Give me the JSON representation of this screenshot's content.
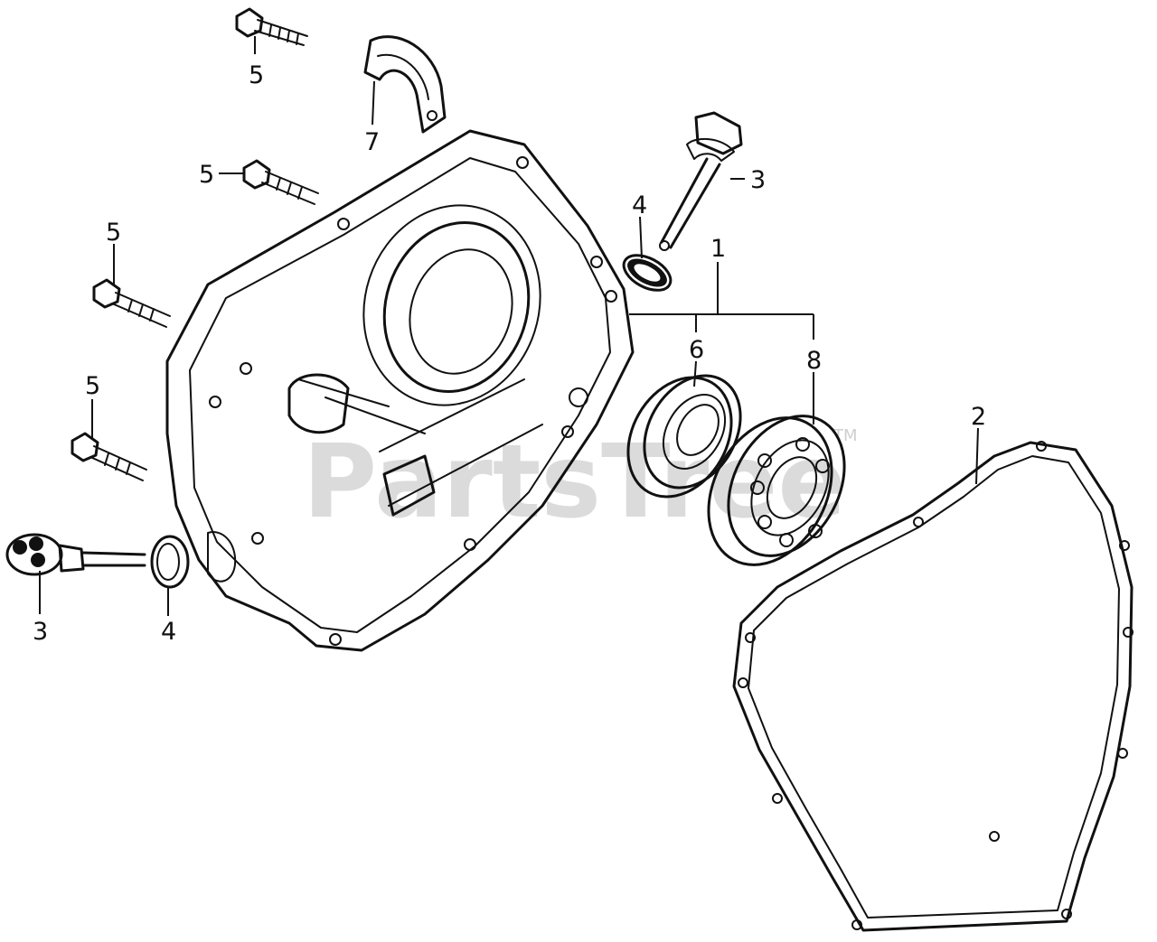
{
  "watermark": {
    "text": "PartsTree",
    "trademark": "TM"
  },
  "callouts": [
    {
      "id": "c5a",
      "label": "5"
    },
    {
      "id": "c7",
      "label": "7"
    },
    {
      "id": "c5b",
      "label": "5"
    },
    {
      "id": "c3a",
      "label": "3"
    },
    {
      "id": "c4a",
      "label": "4"
    },
    {
      "id": "c1",
      "label": "1"
    },
    {
      "id": "c5c",
      "label": "5"
    },
    {
      "id": "c6",
      "label": "6"
    },
    {
      "id": "c8",
      "label": "8"
    },
    {
      "id": "c5d",
      "label": "5"
    },
    {
      "id": "c2",
      "label": "2"
    },
    {
      "id": "c3b",
      "label": "3"
    },
    {
      "id": "c4b",
      "label": "4"
    }
  ]
}
